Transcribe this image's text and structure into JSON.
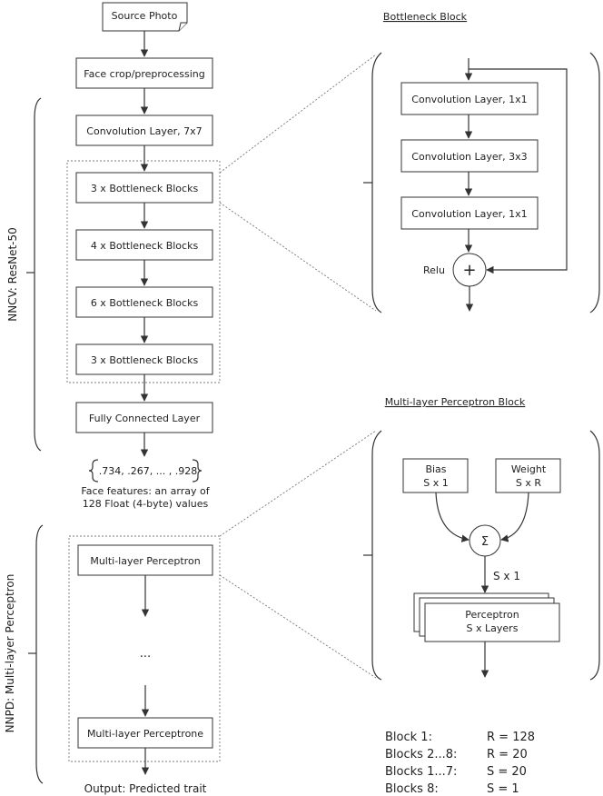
{
  "main_flow": {
    "source_photo": "Source Photo",
    "face_crop": "Face crop/preprocessing",
    "conv7": "Convolution Layer, 7x7",
    "bottleneck_groups": [
      "3 x Bottleneck Blocks",
      "4 x Bottleneck Blocks",
      "6 x Bottleneck Blocks",
      "3 x Bottleneck Blocks"
    ],
    "fully_connected": "Fully Connected Layer",
    "features_array": ".734, .267, ... , .928",
    "features_caption_line1": "Face features: an array of",
    "features_caption_line2": "128 Float (4-byte) values",
    "mlp_first": "Multi-layer Perceptron",
    "ellipsis": "...",
    "mlp_last": "Multi-layer Perceptrone",
    "output": "Output: Predicted trait"
  },
  "side_labels": {
    "nncv": "NNCV: ResNet-50",
    "nnpd": "NNPD: Multi-layer Perceptron"
  },
  "bottleneck_block": {
    "title": "Bottleneck Block",
    "layers": [
      "Convolution Layer, 1x1",
      "Convolution Layer, 3x3",
      "Convolution Layer, 1x1"
    ],
    "relu": "Relu",
    "plus": "+"
  },
  "mlp_block": {
    "title": "Multi-layer Perceptron Block",
    "bias_line1": "Bias",
    "bias_line2": "S x 1",
    "weight_line1": "Weight",
    "weight_line2": "S x R",
    "sigma": "Σ",
    "sx1": "S x 1",
    "perceptron_line1": "Perceptron",
    "perceptron_line2": "S x Layers"
  },
  "legend": [
    {
      "label": "Block 1:",
      "value": "R = 128"
    },
    {
      "label": "Blocks 2...8:",
      "value": "R = 20"
    },
    {
      "label": "Blocks 1...7:",
      "value": "S = 20"
    },
    {
      "label": "Blocks 8:",
      "value": "S = 1"
    }
  ]
}
